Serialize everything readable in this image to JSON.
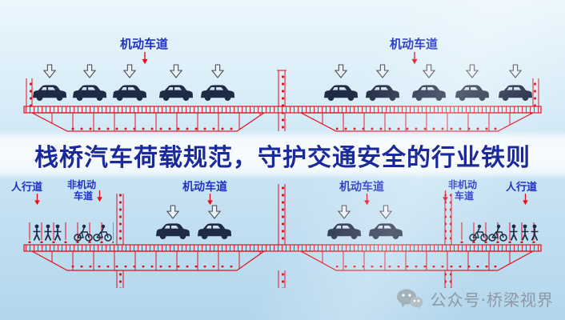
{
  "title": {
    "text": "栈桥汽车荷载规范，守护交通安全的行业铁则"
  },
  "top_diagram": {
    "lane_left": "机动车道",
    "lane_right": "机动车道"
  },
  "bottom_diagram": {
    "sidewalk_left": "人行道",
    "nonmotor_left_line1": "非机动",
    "nonmotor_left_line2": "车道",
    "motor_left": "机动车道",
    "motor_right": "机动车道",
    "nonmotor_right_line1": "非机动",
    "nonmotor_right_line2": "车道",
    "sidewalk_right": "人行道"
  },
  "watermark": {
    "label": "公众号·桥梁视界"
  },
  "colors": {
    "title_blue": "#1a2a9c",
    "label_blue": "#2030c8",
    "diagram_red": "#e50f1e",
    "vehicle_dark": "#1f2a44",
    "watermark_gray": "#8d99a2",
    "background_top": "#eaf6fc",
    "background_bottom": "#b3d6ec"
  }
}
